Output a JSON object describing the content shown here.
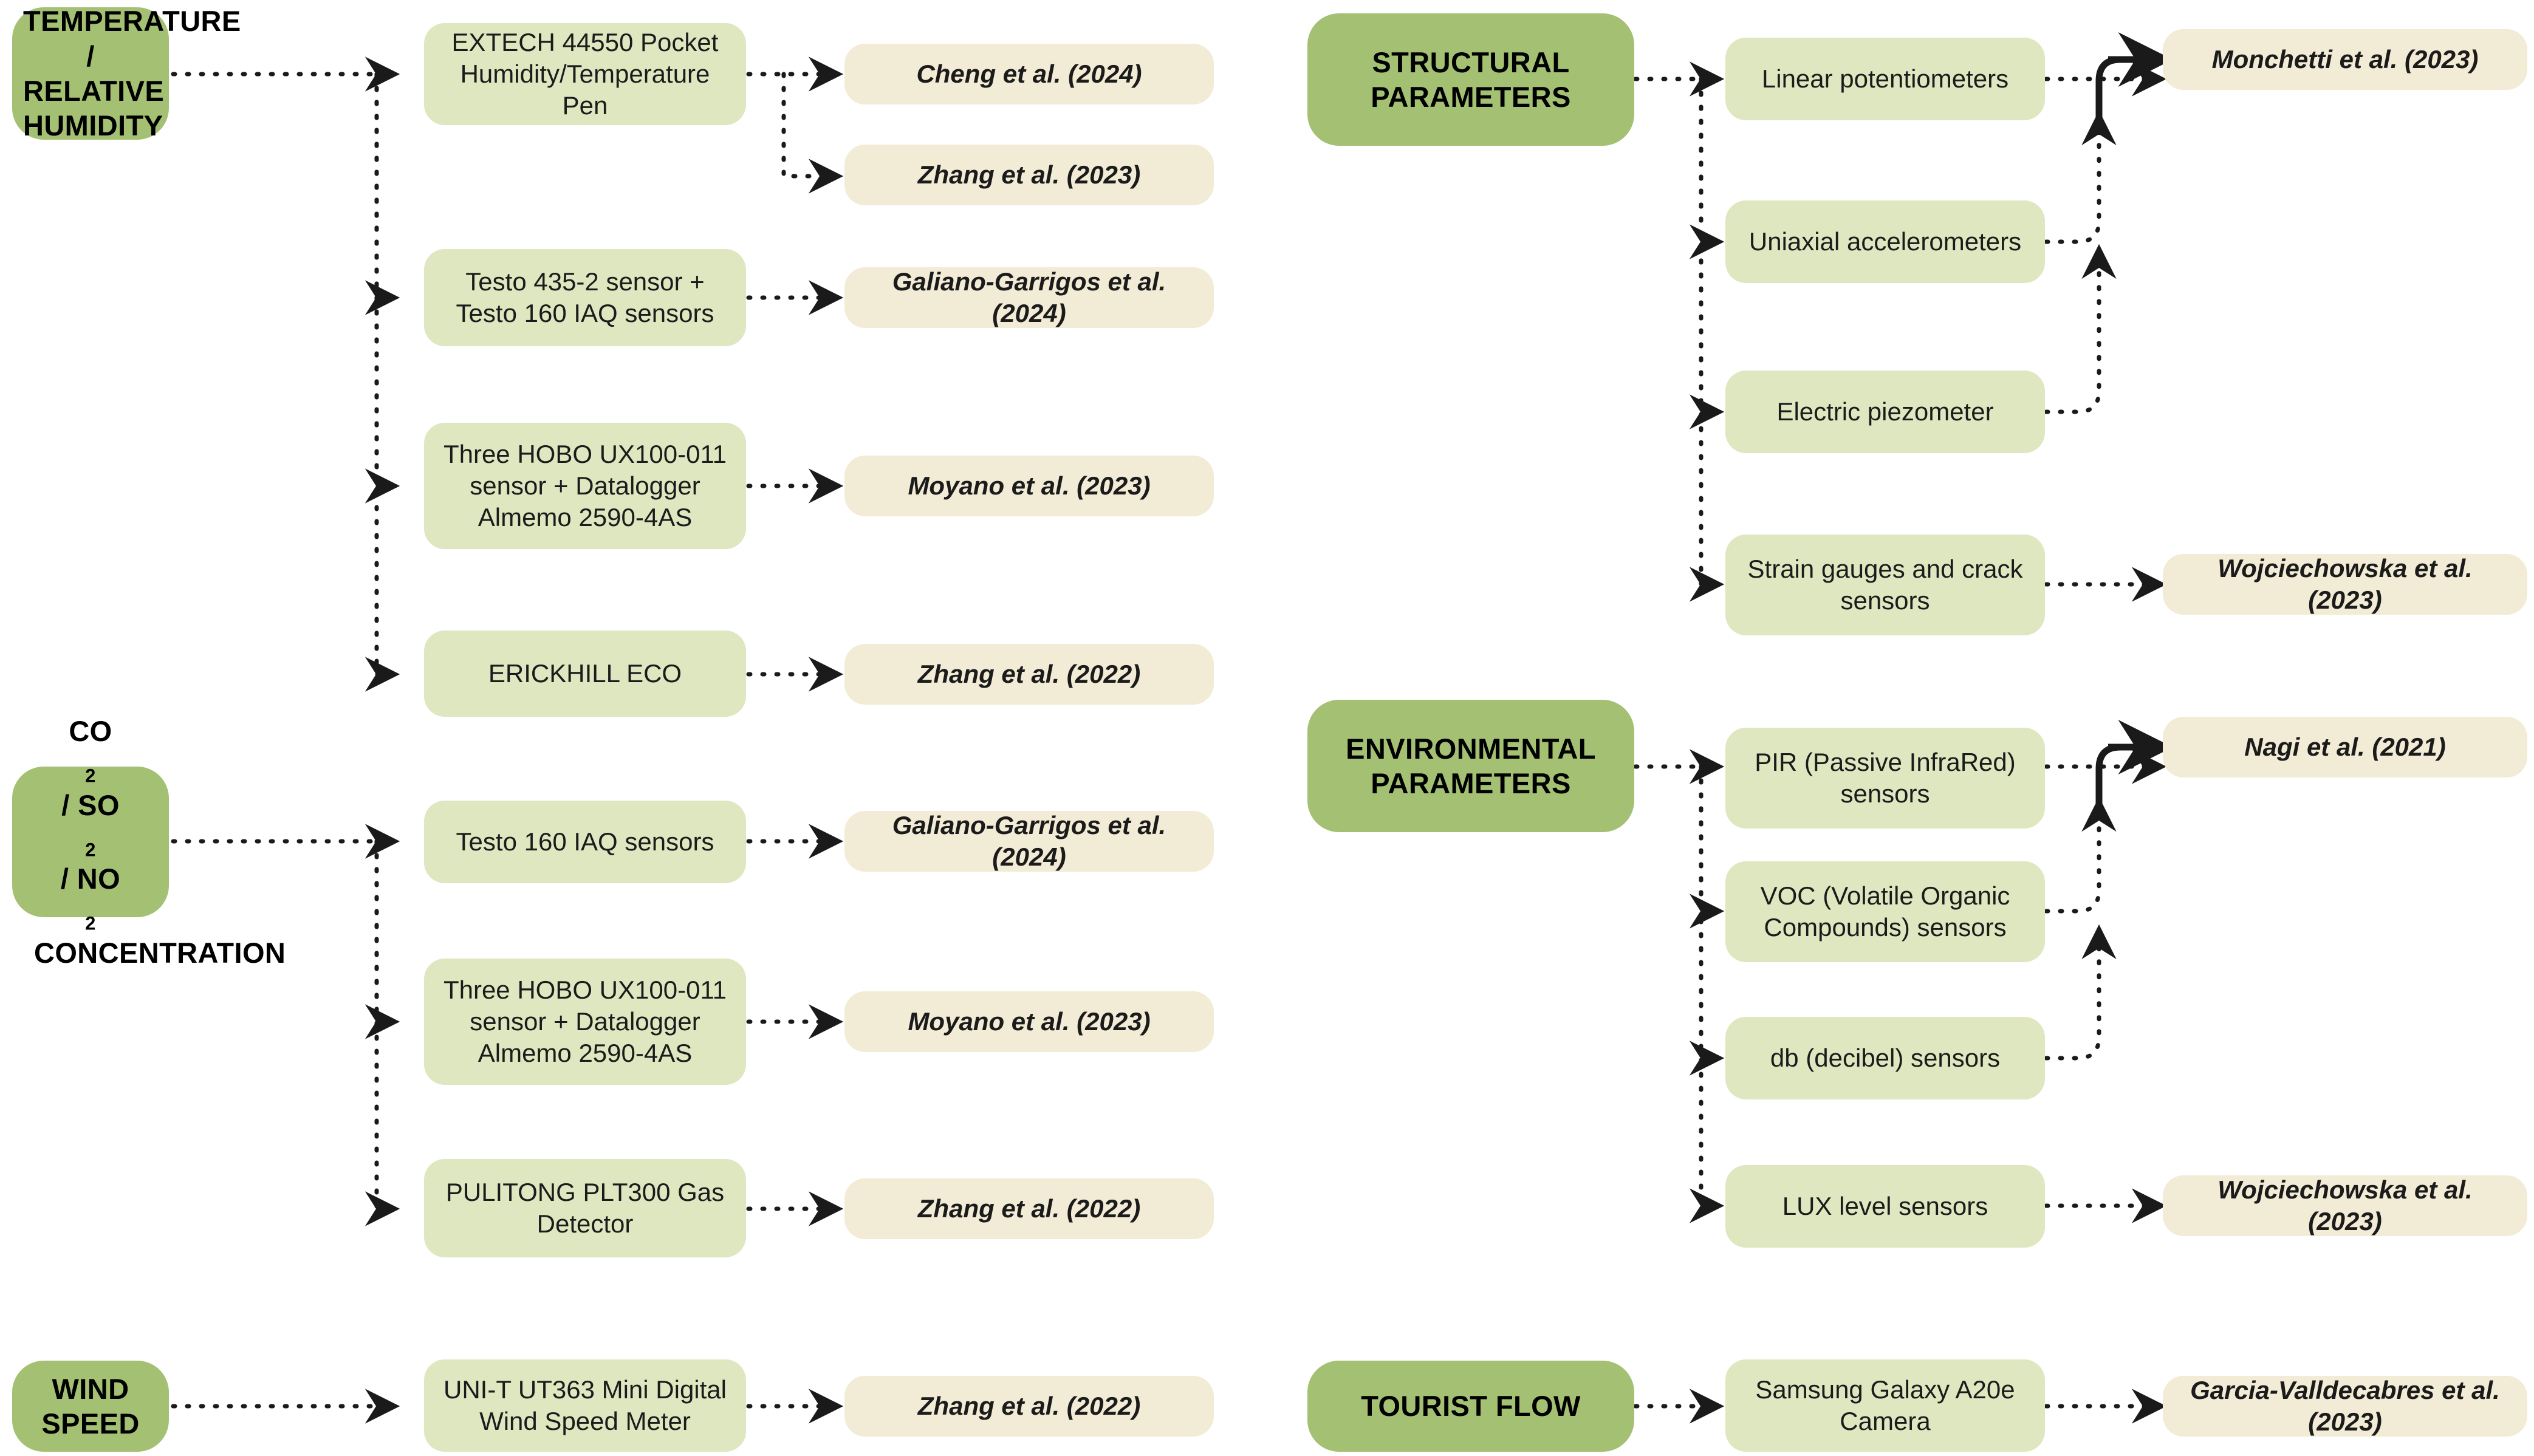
{
  "palette": {
    "category_bg": "#a4c173",
    "sensor_bg": "#dfe7c0",
    "reference_bg": "#f2ebd5",
    "connector": "#1a1a1a",
    "page_bg": "#ffffff"
  },
  "categories": {
    "temperature": "TEMPERATURE / RELATIVE HUMIDITY",
    "gas": "CO2 / SO2 / NO2 CONCENTRATION",
    "gas_line1_pre": "CO",
    "gas_line1_s1": "2",
    "gas_line1_mid1": " / SO",
    "gas_line1_s2": "2",
    "gas_line1_mid2": " / NO",
    "gas_line1_s3": "2",
    "gas_line2": "CONCENTRATION",
    "wind": "WIND SPEED",
    "structural": "STRUCTURAL PARAMETERS",
    "environmental": "ENVIRONMENTAL PARAMETERS",
    "tourist": "TOURIST FLOW"
  },
  "sensors": {
    "extech": "EXTECH 44550 Pocket Humidity/Temperature Pen",
    "testo435": "Testo 435-2 sensor + Testo 160 IAQ sensors",
    "hobo_a": "Three HOBO UX100-011 sensor + Datalogger Almemo 2590-4AS",
    "erickhill": "ERICKHILL ECO",
    "testo160": "Testo 160 IAQ sensors",
    "hobo_b": "Three HOBO UX100-011 sensor + Datalogger Almemo 2590-4AS",
    "pulitong": "PULITONG PLT300 Gas Detector",
    "unit": "UNI-T UT363 Mini Digital Wind Speed Meter",
    "potentiometers": "Linear potentiometers",
    "accelerometers": "Uniaxial accelerometers",
    "piezometer": "Electric piezometer",
    "strain": "Strain gauges and crack sensors",
    "pir": "PIR (Passive InfraRed) sensors",
    "voc": "VOC (Volatile Organic Compounds) sensors",
    "db": "db (decibel) sensors",
    "lux": "LUX level sensors",
    "camera": "Samsung Galaxy A20e Camera"
  },
  "references": {
    "cheng_2024": "Cheng et al. (2024)",
    "zhang_2023": "Zhang et al. (2023)",
    "galiano_2024a": "Galiano-Garrigos et al. (2024)",
    "moyano_2023a": "Moyano et al. (2023)",
    "zhang_2022a": "Zhang et al. (2022)",
    "galiano_2024b": "Galiano-Garrigos et al. (2024)",
    "moyano_2023b": "Moyano et al. (2023)",
    "zhang_2022b": "Zhang et al. (2022)",
    "zhang_2022c": "Zhang et al. (2022)",
    "monchetti_2023": "Monchetti et al. (2023)",
    "wojciechowska_2023a": "Wojciechowska et al. (2023)",
    "nagi_2021": "Nagi et al. (2021)",
    "wojciechowska_2023b": "Wojciechowska et al. (2023)",
    "garcia_2023": "Garcia-Valldecabres et al. (2023)"
  },
  "flows": [
    {
      "category": "TEMPERATURE / RELATIVE HUMIDITY",
      "rows": [
        {
          "sensor": "EXTECH 44550 Pocket Humidity/Temperature Pen",
          "references": [
            "Cheng et al. (2024)",
            "Zhang et al. (2023)"
          ]
        },
        {
          "sensor": "Testo 435-2 sensor + Testo 160 IAQ sensors",
          "references": [
            "Galiano-Garrigos et al. (2024)"
          ]
        },
        {
          "sensor": "Three HOBO UX100-011 sensor + Datalogger Almemo 2590-4AS",
          "references": [
            "Moyano et al. (2023)"
          ]
        },
        {
          "sensor": "ERICKHILL ECO",
          "references": [
            "Zhang et al. (2022)"
          ]
        }
      ]
    },
    {
      "category": "CO2 / SO2 / NO2 CONCENTRATION",
      "rows": [
        {
          "sensor": "Testo 160 IAQ sensors",
          "references": [
            "Galiano-Garrigos et al. (2024)"
          ]
        },
        {
          "sensor": "Three HOBO UX100-011 sensor + Datalogger Almemo 2590-4AS",
          "references": [
            "Moyano et al. (2023)"
          ]
        },
        {
          "sensor": "PULITONG PLT300 Gas Detector",
          "references": [
            "Zhang et al. (2022)"
          ]
        }
      ]
    },
    {
      "category": "WIND SPEED",
      "rows": [
        {
          "sensor": "UNI-T UT363 Mini Digital Wind Speed Meter",
          "references": [
            "Zhang et al. (2022)"
          ]
        }
      ]
    },
    {
      "category": "STRUCTURAL PARAMETERS",
      "rows": [
        {
          "sensor": "Linear potentiometers",
          "references": [
            "Monchetti et al. (2023)"
          ]
        },
        {
          "sensor": "Uniaxial accelerometers",
          "references": [
            "Monchetti et al. (2023)"
          ]
        },
        {
          "sensor": "Electric piezometer",
          "references": [
            "Monchetti et al. (2023)"
          ]
        },
        {
          "sensor": "Strain gauges and crack sensors",
          "references": [
            "Wojciechowska et al. (2023)"
          ]
        }
      ]
    },
    {
      "category": "ENVIRONMENTAL PARAMETERS",
      "rows": [
        {
          "sensor": "PIR (Passive InfraRed) sensors",
          "references": [
            "Nagi et al. (2021)"
          ]
        },
        {
          "sensor": "VOC (Volatile Organic Compounds) sensors",
          "references": [
            "Nagi et al. (2021)"
          ]
        },
        {
          "sensor": "db (decibel) sensors",
          "references": [
            "Nagi et al. (2021)"
          ]
        },
        {
          "sensor": "LUX level sensors",
          "references": [
            "Wojciechowska et al. (2023)"
          ]
        }
      ]
    },
    {
      "category": "TOURIST FLOW",
      "rows": [
        {
          "sensor": "Samsung Galaxy A20e Camera",
          "references": [
            "Garcia-Valldecabres et al. (2023)"
          ]
        }
      ]
    }
  ]
}
